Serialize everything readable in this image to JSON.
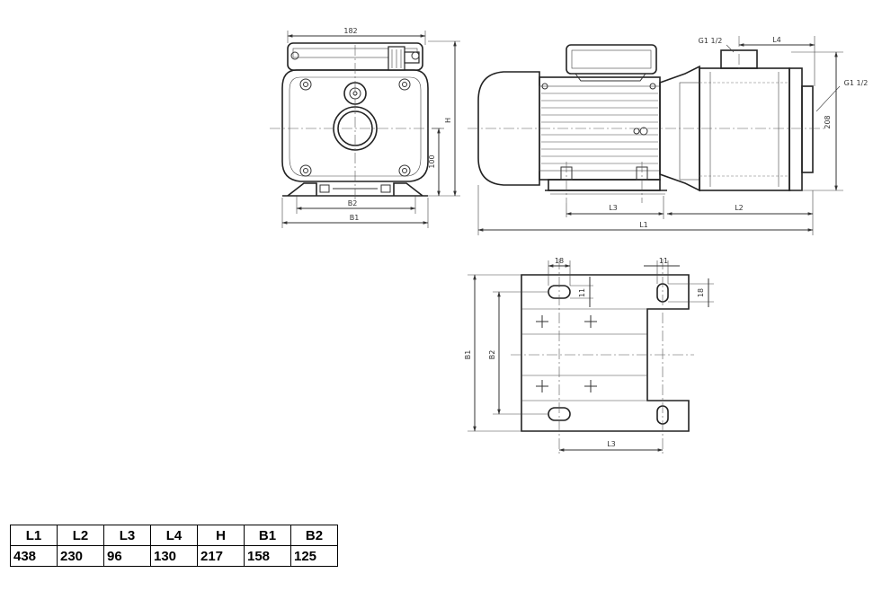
{
  "front_view": {
    "dim_width": "182",
    "dim_height": "H",
    "dim_axis_height": "100",
    "dim_b2": "B2",
    "dim_b1": "B1"
  },
  "side_view": {
    "port_top": "G1 1/2",
    "port_front": "G1 1/2",
    "dim_l4": "L4",
    "dim_208": "208",
    "dim_l3": "L3",
    "dim_l2": "L2",
    "dim_l1": "L1"
  },
  "base_view": {
    "dim_18_top": "18",
    "dim_11_vert": "11",
    "dim_11_top": "11",
    "dim_18_right": "18",
    "dim_b1": "B1",
    "dim_b2": "B2",
    "dim_l3": "L3"
  },
  "table": {
    "headers": [
      "L1",
      "L2",
      "L3",
      "L4",
      "H",
      "B1",
      "B2"
    ],
    "values": [
      "438",
      "230",
      "96",
      "130",
      "217",
      "158",
      "125"
    ]
  }
}
